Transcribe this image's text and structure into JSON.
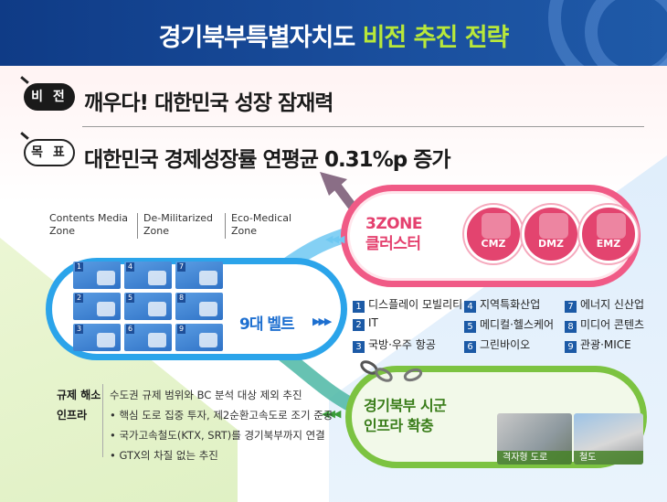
{
  "header": {
    "title_main": "경기북부특별자치도",
    "title_highlight": "비전 추진 전략"
  },
  "vision": {
    "tag": "비 전",
    "text": "깨우다! 대한민국 성장 잠재력"
  },
  "goal": {
    "tag": "목 표",
    "text": "대한민국 경제성장률 연평균 0.31%p 증가"
  },
  "zones_legend": [
    {
      "line1": "Contents Media",
      "line2": "Zone"
    },
    {
      "line1": "De-Militarized",
      "line2": "Zone"
    },
    {
      "line1": "Eco-Medical",
      "line2": "Zone"
    }
  ],
  "cluster": {
    "title_line1": "3ZONE",
    "title_line2": "클러스터",
    "zones": [
      "CMZ",
      "DMZ",
      "EMZ"
    ]
  },
  "belt": {
    "label": "9대 벨트",
    "tiles": [
      "1",
      "2",
      "3",
      "4",
      "5",
      "6",
      "7",
      "8",
      "9"
    ]
  },
  "industries": [
    {
      "num": "1",
      "name": "디스플레이 모빌리티"
    },
    {
      "num": "2",
      "name": "IT"
    },
    {
      "num": "3",
      "name": "국방·우주 항공"
    },
    {
      "num": "4",
      "name": "지역특화산업"
    },
    {
      "num": "5",
      "name": "메디컬·헬스케어"
    },
    {
      "num": "6",
      "name": "그린바이오"
    },
    {
      "num": "7",
      "name": "에너지 신산업"
    },
    {
      "num": "8",
      "name": "미디어 콘텐츠"
    },
    {
      "num": "9",
      "name": "관광·MICE"
    }
  ],
  "infra": {
    "title_line1": "경기북부 시군",
    "title_line2": "인프라 확충",
    "photo_road": "격자형 도로",
    "photo_rail": "철도"
  },
  "policy": {
    "reg_key": "규제 해소",
    "reg_text": "수도권 규제 범위와 BC 분석 대상 제외 추진",
    "infra_key": "인프라",
    "infra_items": [
      "• 핵심 도로 집중 투자, 제2순환고속도로 조기 준공",
      "• 국가고속철도(KTX, SRT)를 경기북부까지 연결",
      "• GTX의 차질 없는 추진"
    ]
  },
  "colors": {
    "header_bg": "#0f3b86",
    "highlight_green": "#b8e83a",
    "belt_blue": "#2ba4ea",
    "cluster_pink": "#f05a86",
    "infra_green": "#7cc341",
    "number_badge": "#1c5aa6"
  }
}
